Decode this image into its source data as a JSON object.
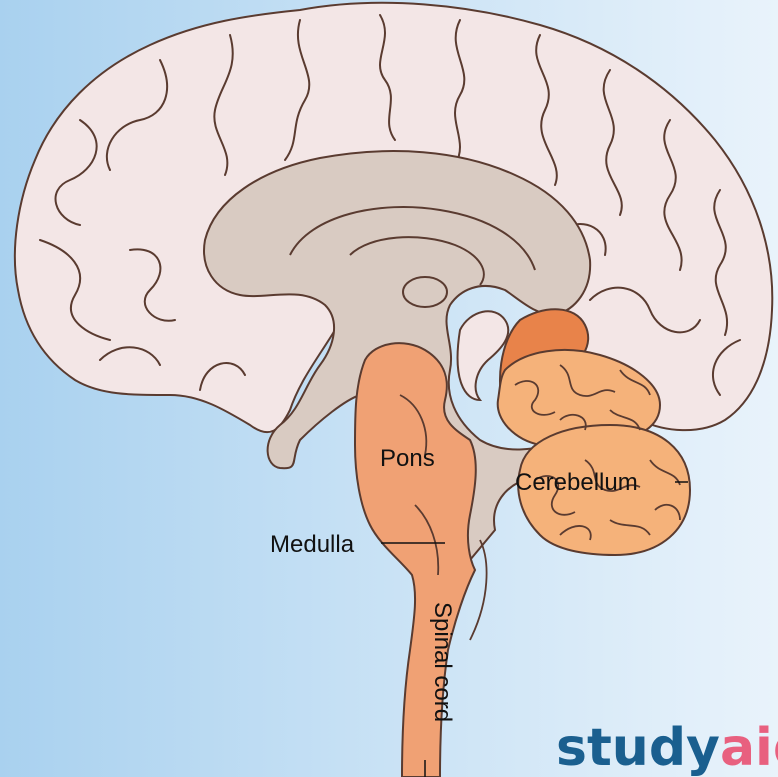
{
  "labels": {
    "pons": "Pons",
    "medulla": "Medulla",
    "cerebellum": "Cerebellum",
    "spinal_cord": "Spinal cord"
  },
  "logo": {
    "part1": "study",
    "part2": "aid"
  },
  "colors": {
    "background_left": "#a9d1ef",
    "background_right": "#e9f3fb",
    "cerebrum_fill": "#f3e6e6",
    "outline": "#5a3b30",
    "inner_tissue": "#d9cbc2",
    "brainstem": "#f0a174",
    "cerebellum": "#f5b27a",
    "cerebellum_peduncle": "#e8834a",
    "logo_blue": "#1a5f8f",
    "logo_pink": "#e8607f"
  }
}
